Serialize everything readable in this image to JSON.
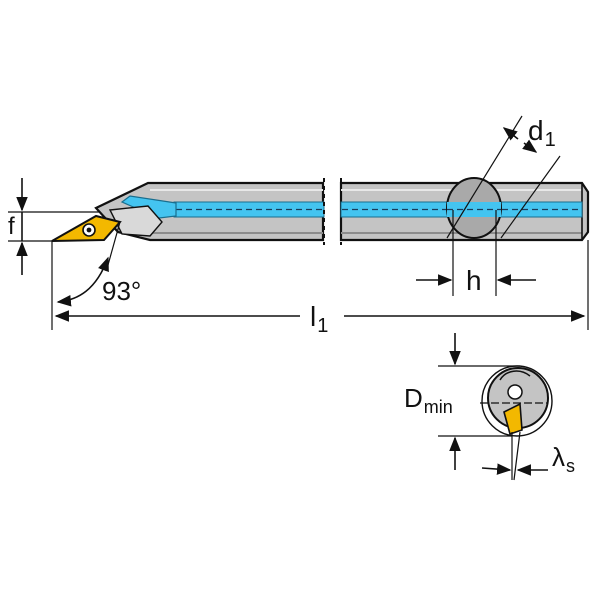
{
  "labels": {
    "f": "f",
    "angle": "93°",
    "l1_main": "l",
    "l1_sub": "1",
    "d1_main": "d",
    "d1_sub": "1",
    "h": "h",
    "dmin_main": "D",
    "dmin_sub": "min",
    "lambda_main": "λ",
    "lambda_sub": "s"
  },
  "colors": {
    "body": "#c4c4c4",
    "body_dark": "#9a9a9a",
    "coolant": "#44c4f0",
    "insert": "#f3b800",
    "outline": "#111111"
  }
}
